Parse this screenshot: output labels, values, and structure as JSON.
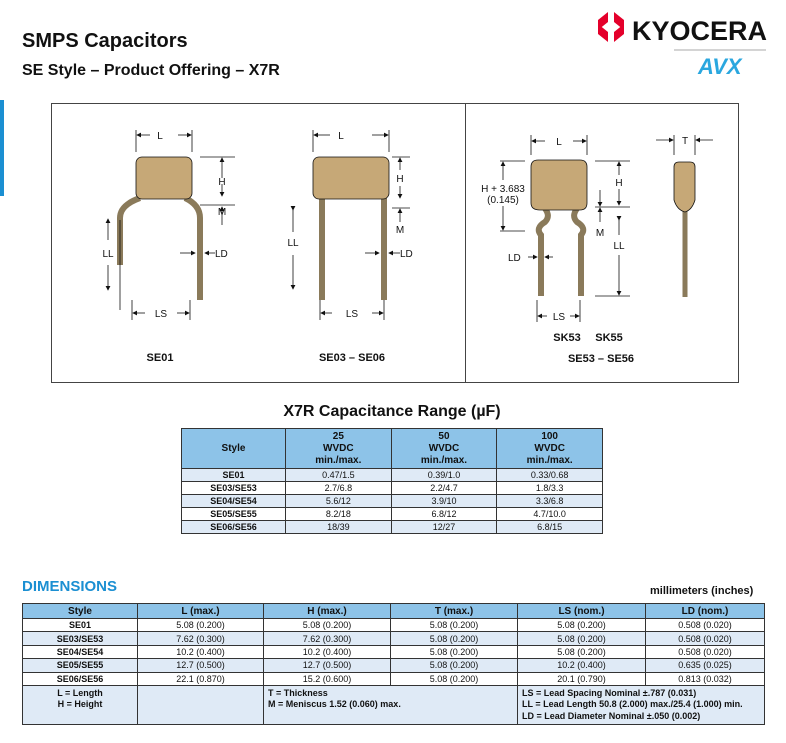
{
  "header": {
    "title": "SMPS Capacitors",
    "subtitle": "SE Style – Product Offering – X7R",
    "logo_top": "KYOCERA",
    "logo_bottom": "AVX"
  },
  "diagrams": {
    "labels": {
      "L": "L",
      "H": "H",
      "M": "M",
      "LL": "LL",
      "LD": "LD",
      "LS": "LS",
      "T": "T",
      "H_plus": "H + 3.683",
      "H_plus_in": "(0.145)"
    },
    "captions": [
      "SE01",
      "SE03 – SE06",
      "SE53 – SE56"
    ],
    "sub_captions": [
      "SK53",
      "SK55"
    ]
  },
  "cap_table": {
    "title": "X7R Capacitance Range (µF)",
    "headers": [
      {
        "l1": "Style"
      },
      {
        "l1": "25",
        "l2": "WVDC",
        "l3": "min./max."
      },
      {
        "l1": "50",
        "l2": "WVDC",
        "l3": "min./max."
      },
      {
        "l1": "100",
        "l2": "WVDC",
        "l3": "min./max."
      }
    ],
    "rows": [
      [
        "SE01",
        "0.47/1.5",
        "0.39/1.0",
        "0.33/0.68"
      ],
      [
        "SE03/SE53",
        "2.7/6.8",
        "2.2/4.7",
        "1.8/3.3"
      ],
      [
        "SE04/SE54",
        "5.6/12",
        "3.9/10",
        "3.3/6.8"
      ],
      [
        "SE05/SE55",
        "8.2/18",
        "6.8/12",
        "4.7/10.0"
      ],
      [
        "SE06/SE56",
        "18/39",
        "12/27",
        "6.8/15"
      ]
    ]
  },
  "dim_table": {
    "title": "DIMENSIONS",
    "units": "millimeters (inches)",
    "headers": [
      "Style",
      "L (max.)",
      "H (max.)",
      "T (max.)",
      "LS (nom.)",
      "LD (nom.)"
    ],
    "rows": [
      [
        "SE01",
        "5.08 (0.200)",
        "5.08 (0.200)",
        "5.08 (0.200)",
        "5.08 (0.200)",
        "0.508 (0.020)"
      ],
      [
        "SE03/SE53",
        "7.62 (0.300)",
        "7.62 (0.300)",
        "5.08 (0.200)",
        "5.08 (0.200)",
        "0.508 (0.020)"
      ],
      [
        "SE04/SE54",
        "10.2 (0.400)",
        "10.2 (0.400)",
        "5.08 (0.200)",
        "5.08 (0.200)",
        "0.508 (0.020)"
      ],
      [
        "SE05/SE55",
        "12.7 (0.500)",
        "12.7 (0.500)",
        "5.08 (0.200)",
        "10.2 (0.400)",
        "0.635 (0.025)"
      ],
      [
        "SE06/SE56",
        "22.1 (0.870)",
        "15.2 (0.600)",
        "5.08 (0.200)",
        "20.1 (0.790)",
        "0.813 (0.032)"
      ]
    ],
    "legend": [
      "L = Length",
      "H = Height",
      "T = Thickness",
      "M = Meniscus 1.52 (0.060) max.",
      "LS = Lead Spacing Nominal ±.787 (0.031)",
      "LL = Lead Length 50.8 (2.000) max./25.4 (1.000) min.",
      "LD = Lead Diameter Nominal ±.050 (0.002)"
    ]
  },
  "colors": {
    "accent": "#1b8fd2",
    "header_fill": "#8dc3e8",
    "alt_row": "#dfeaf6",
    "body": "#c6a877",
    "logo_red": "#e4002b"
  }
}
